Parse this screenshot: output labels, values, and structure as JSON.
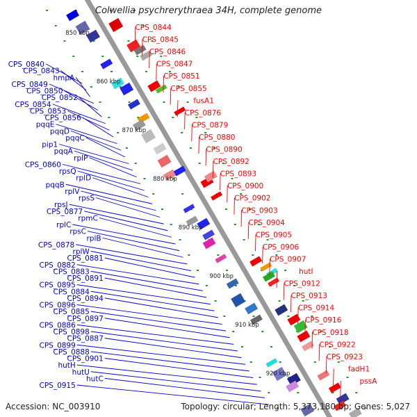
{
  "title": "Colwellia psychrerythraea 34H, complete genome",
  "accession_text": "Accession: NC_003910",
  "topology_text": "Topology: circular; Length: 5,373,180 bp; Genes: 5,027",
  "colors": {
    "backbone": "#999999",
    "forward_label": "#ff0000",
    "reverse_label": "#0000cc",
    "tick_dots": "#229922"
  },
  "scale_labels": [
    "850 kbp",
    "860 kbp",
    "870 kbp",
    "880 kbp",
    "890 kbp",
    "900 kbp",
    "910 kbp",
    "920 kbp"
  ],
  "left_labels": [
    "CPS_0840",
    "CPS_0843",
    "hmpA",
    "CPS_0849",
    "CPS_0850",
    "CPS_0852",
    "CPS_0854",
    "CPS_0853",
    "CPS_0856",
    "pqqE",
    "pqqD",
    "pqqC",
    "pip1",
    "pqqA",
    "rplP",
    "CPS_0860",
    "rpsQ",
    "rplD",
    "pqqB",
    "rplV",
    "rpsS",
    "rpsJ",
    "CPS_0877",
    "rpmC",
    "rplC",
    "rpsC",
    "rplB",
    "CPS_0878",
    "rplW",
    "CPS_0881",
    "CPS_0882",
    "CPS_0883",
    "CPS_0891",
    "CPS_0895",
    "CPS_0884",
    "CPS_0894",
    "CPS_0896",
    "CPS_0885",
    "CPS_0897",
    "CPS_0886",
    "CPS_0898",
    "CPS_0887",
    "CPS_0899",
    "CPS_0888",
    "CPS_0901",
    "hutH",
    "hutU",
    "hutC",
    "CPS_0915"
  ],
  "right_labels": [
    "CPS_0844",
    "CPS_0845",
    "CPS_0846",
    "CPS_0847",
    "CPS_0851",
    "CPS_0855",
    "fusA1",
    "CPS_0876",
    "CPS_0879",
    "CPS_0880",
    "CPS_0890",
    "CPS_0892",
    "CPS_0893",
    "CPS_0900",
    "CPS_0902",
    "CPS_0903",
    "CPS_0904",
    "CPS_0905",
    "CPS_0906",
    "CPS_0907",
    "hutI",
    "CPS_0912",
    "CPS_0913",
    "CPS_0914",
    "CPS_0916",
    "CPS_0918",
    "CPS_0922",
    "CPS_0923",
    "fadH1",
    "pssA"
  ]
}
